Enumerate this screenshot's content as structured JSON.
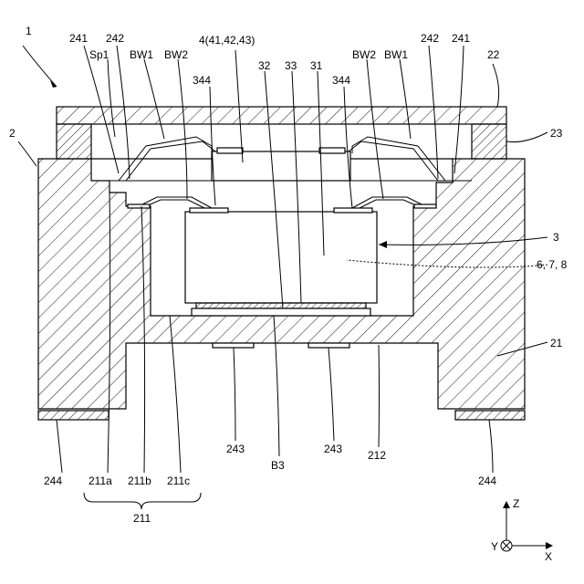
{
  "figure": {
    "labels": {
      "device": "1",
      "package": "2",
      "chip": "3",
      "electrode_group": "4(41,42,43)",
      "lid": "22",
      "bonding_layer": "23",
      "base": "21",
      "chip_body": "31",
      "chip_bottom_layer": "32",
      "chip_bonding_layer": "33",
      "functions": "6, 7, 8",
      "bottom_pad": "243",
      "outer_terminal": "244",
      "wire_1": "BW1",
      "wire_2": "BW2",
      "space": "Sp1",
      "inner_pad": "242",
      "step_top": "241",
      "chip_pad": "344",
      "floor": "212",
      "die_attach": "B3",
      "step_a": "211a",
      "step_b": "211b",
      "step_c": "211c",
      "recess": "211"
    },
    "axes": {
      "z": "Z",
      "y": "Y",
      "x": "X"
    }
  }
}
